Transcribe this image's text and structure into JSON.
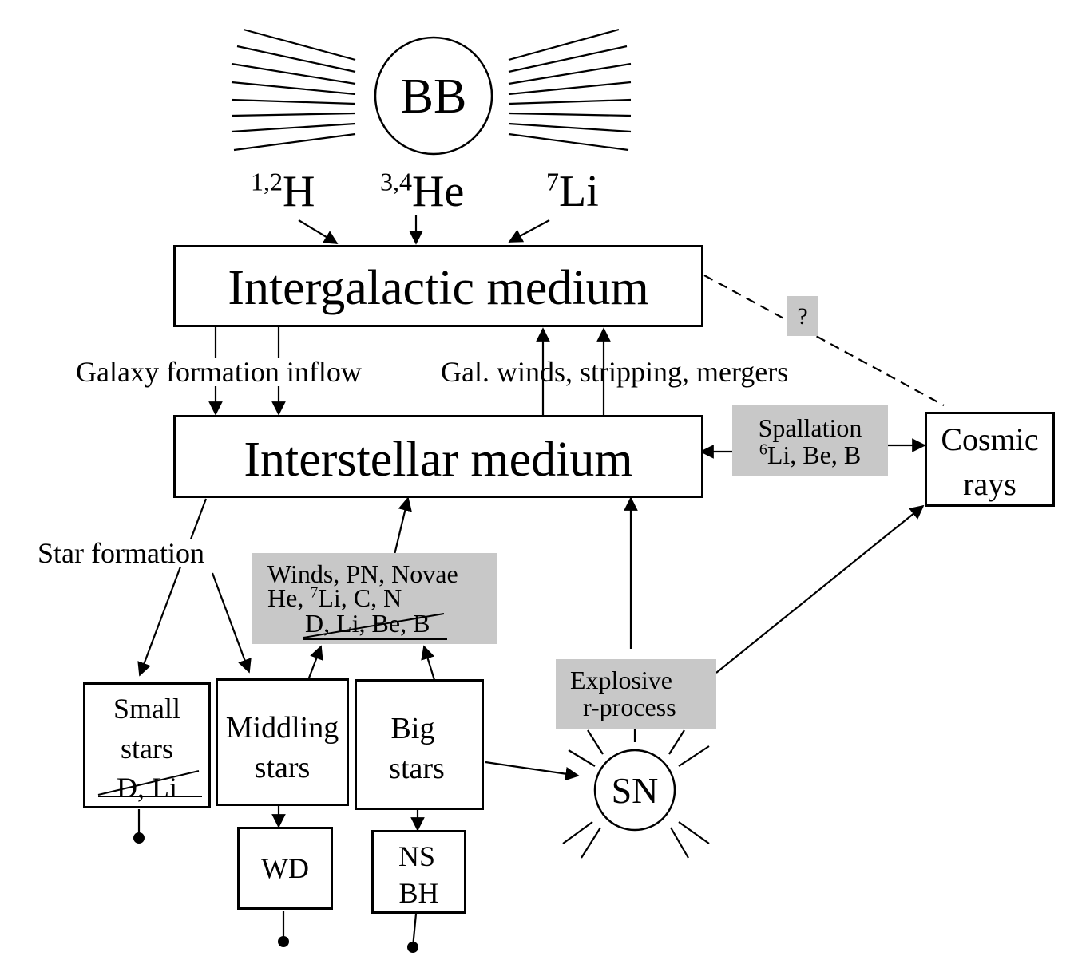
{
  "bb_label": "BB",
  "elements": {
    "h_sup": "1,2",
    "h": "H",
    "he_sup": "3,4",
    "he": "He",
    "li_sup": "7",
    "li": "Li"
  },
  "igm_label": "Intergalactic medium",
  "ism_label": "Interstellar medium",
  "question_label": "?",
  "galaxy_inflow_label": "Galaxy formation inflow",
  "gal_winds_label": "Gal. winds, stripping, mergers",
  "spallation": {
    "title": "Spallation",
    "sup": "6",
    "rest": "Li, Be, B"
  },
  "cosmic_rays": {
    "line1": "Cosmic",
    "line2": "rays"
  },
  "star_formation_label": "Star formation",
  "winds_box": {
    "line1": "Winds, PN, Novae",
    "line2_a": "He, ",
    "line2_sup": "7",
    "line2_b": "Li, C, N",
    "line3": "D, Li, Be, B"
  },
  "small_stars": {
    "line1": "Small",
    "line2": "stars",
    "line3": "D, Li"
  },
  "middling_stars": {
    "line1": "Middling",
    "line2": "stars"
  },
  "big_stars": {
    "line1": "Big",
    "line2": "stars"
  },
  "explosive": {
    "line1": "Explosive",
    "line2": "r-process"
  },
  "sn_label": "SN",
  "wd_label": "WD",
  "ns_bh": {
    "line1": "NS",
    "line2": "BH"
  }
}
